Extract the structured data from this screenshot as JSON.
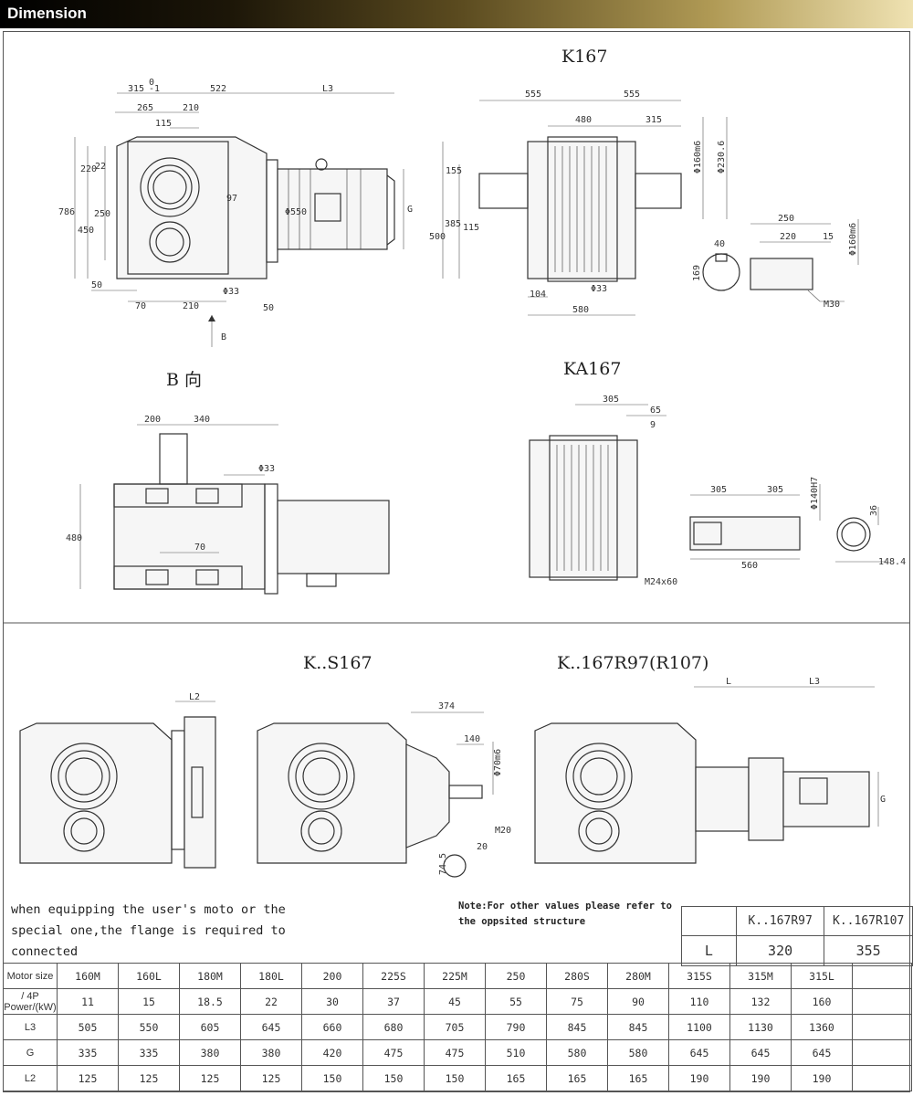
{
  "header": {
    "title": "Dimension"
  },
  "views": {
    "k167": {
      "title": "K167",
      "dims": [
        "315",
        "0",
        "-1",
        "522",
        "L3",
        "265",
        "210",
        "115",
        "220",
        "22",
        "786",
        "450",
        "250",
        "97",
        "Φ550",
        "G",
        "50",
        "70",
        "210",
        "Φ33",
        "50",
        "B"
      ],
      "front_dims": [
        "555",
        "555",
        "480",
        "315",
        "Φ160m6",
        "Φ230.6",
        "155",
        "500",
        "385",
        "115",
        "104",
        "Φ33",
        "580"
      ],
      "shaft_dims": [
        "250",
        "220",
        "15",
        "Φ160m6",
        "40",
        "169",
        "M30"
      ]
    },
    "b_view": {
      "title": "B 向",
      "dims": [
        "200",
        "340",
        "Φ33",
        "480",
        "70"
      ]
    },
    "ka167": {
      "title": "KA167",
      "dims": [
        "305",
        "65",
        "9",
        "305",
        "305",
        "Φ140H7",
        "560",
        "M24x60",
        "36",
        "148.4"
      ]
    },
    "ks167": {
      "title": "K..S167",
      "dims": [
        "L2",
        "374",
        "140",
        "Φ70m6",
        "M20",
        "20",
        "74.5"
      ]
    },
    "kr": {
      "title": "K..167R97(R107)",
      "dims": [
        "L",
        "L3",
        "G"
      ]
    }
  },
  "notes": {
    "left": "when equipping the user's moto or the special one,the flange is required to connected",
    "right": "Note:For other values please refer to the oppsited structure"
  },
  "ratio_table": {
    "headers": [
      "",
      "K..167R97",
      "K..167R107"
    ],
    "row_label": "L",
    "values": [
      "320",
      "355"
    ]
  },
  "spec_table": {
    "row_labels": [
      "Motor size",
      "/ 4P Power/(kW)",
      "L3",
      "G",
      "L2"
    ],
    "columns": [
      {
        "size": "160M",
        "power": "11",
        "l3": "505",
        "g": "335",
        "l2": "125"
      },
      {
        "size": "160L",
        "power": "15",
        "l3": "550",
        "g": "335",
        "l2": "125"
      },
      {
        "size": "180M",
        "power": "18.5",
        "l3": "605",
        "g": "380",
        "l2": "125"
      },
      {
        "size": "180L",
        "power": "22",
        "l3": "645",
        "g": "380",
        "l2": "125"
      },
      {
        "size": "200",
        "power": "30",
        "l3": "660",
        "g": "420",
        "l2": "150"
      },
      {
        "size": "225S",
        "power": "37",
        "l3": "680",
        "g": "475",
        "l2": "150"
      },
      {
        "size": "225M",
        "power": "45",
        "l3": "705",
        "g": "475",
        "l2": "150"
      },
      {
        "size": "250",
        "power": "55",
        "l3": "790",
        "g": "510",
        "l2": "165"
      },
      {
        "size": "280S",
        "power": "75",
        "l3": "845",
        "g": "580",
        "l2": "165"
      },
      {
        "size": "280M",
        "power": "90",
        "l3": "845",
        "g": "580",
        "l2": "165"
      },
      {
        "size": "315S",
        "power": "110",
        "l3": "1100",
        "g": "645",
        "l2": "190"
      },
      {
        "size": "315M",
        "power": "132",
        "l3": "1130",
        "g": "645",
        "l2": "190"
      },
      {
        "size": "315L",
        "power": "160",
        "l3": "1360",
        "g": "645",
        "l2": "190"
      }
    ]
  }
}
